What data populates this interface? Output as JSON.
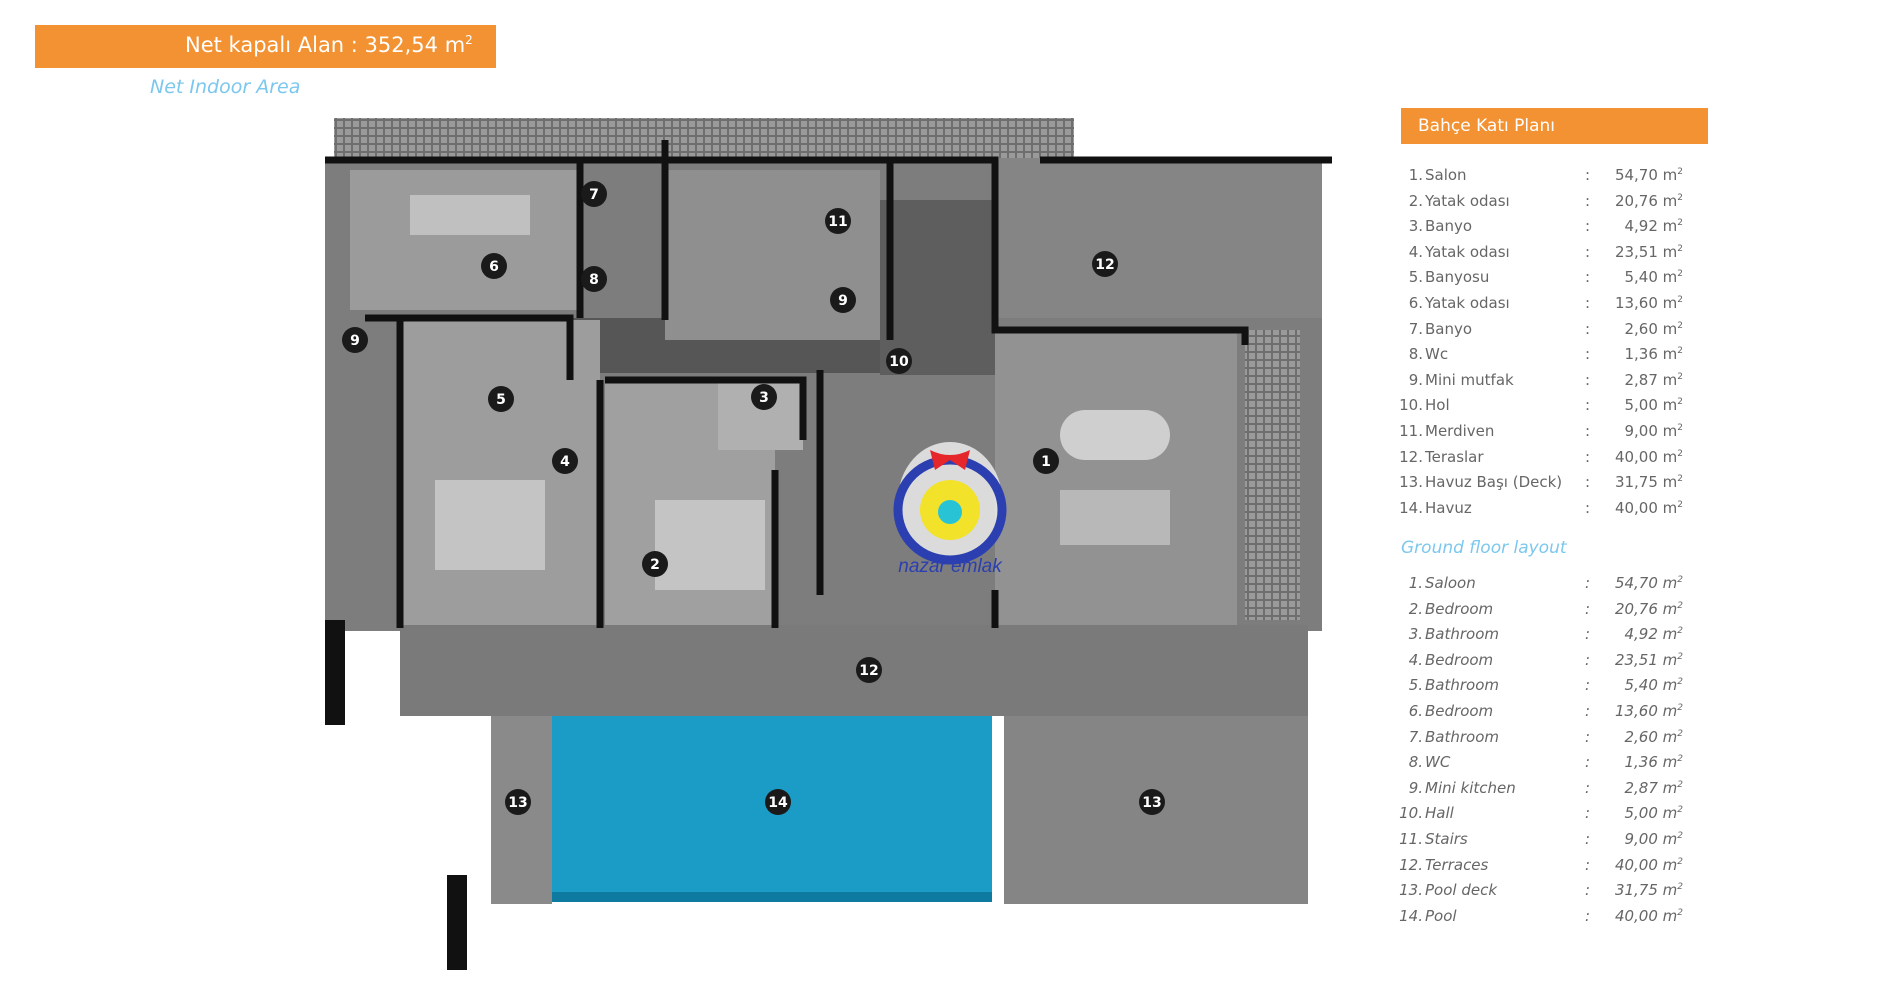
{
  "header": {
    "title": "Net kapalı Alan : 352,54 m",
    "title_sup": "2",
    "subtitle": "Net Indoor Area"
  },
  "legend_tr": {
    "title": "Bahçe Katı Planı",
    "items": [
      {
        "n": "1.",
        "label": "Salon",
        "value": "54,70 m"
      },
      {
        "n": "2.",
        "label": "Yatak odası",
        "value": "20,76 m"
      },
      {
        "n": "3.",
        "label": "Banyo",
        "value": "4,92 m"
      },
      {
        "n": "4.",
        "label": "Yatak odası",
        "value": "23,51 m"
      },
      {
        "n": "5.",
        "label": "Banyosu",
        "value": "5,40 m"
      },
      {
        "n": "6.",
        "label": "Yatak odası",
        "value": "13,60 m"
      },
      {
        "n": "7.",
        "label": "Banyo",
        "value": "2,60 m"
      },
      {
        "n": "8.",
        "label": "Wc",
        "value": "1,36 m"
      },
      {
        "n": "9.",
        "label": "Mini mutfak",
        "value": "2,87 m"
      },
      {
        "n": "10.",
        "label": "Hol",
        "value": "5,00 m"
      },
      {
        "n": "11.",
        "label": "Merdiven",
        "value": "9,00 m"
      },
      {
        "n": "12.",
        "label": "Teraslar",
        "value": "40,00 m"
      },
      {
        "n": "13.",
        "label": "Havuz Başı (Deck)",
        "value": "31,75 m"
      },
      {
        "n": "14.",
        "label": "Havuz",
        "value": "40,00 m"
      }
    ]
  },
  "legend_en": {
    "title": "Ground floor layout",
    "items": [
      {
        "n": "1.",
        "label": "Saloon",
        "value": "54,70 m"
      },
      {
        "n": "2.",
        "label": "Bedroom",
        "value": "20,76 m"
      },
      {
        "n": "3.",
        "label": "Bathroom",
        "value": "4,92 m"
      },
      {
        "n": "4.",
        "label": "Bedroom",
        "value": "23,51 m"
      },
      {
        "n": "5.",
        "label": "Bathroom",
        "value": "5,40 m"
      },
      {
        "n": "6.",
        "label": "Bedroom",
        "value": "13,60 m"
      },
      {
        "n": "7.",
        "label": "Bathroom",
        "value": "2,60 m"
      },
      {
        "n": "8.",
        "label": "WC",
        "value": "1,36 m"
      },
      {
        "n": "9.",
        "label": "Mini kitchen",
        "value": "2,87 m"
      },
      {
        "n": "10.",
        "label": "Hall",
        "value": "5,00 m"
      },
      {
        "n": "11.",
        "label": "Stairs",
        "value": "9,00 m"
      },
      {
        "n": "12.",
        "label": "Terraces",
        "value": "40,00 m"
      },
      {
        "n": "13.",
        "label": "Pool deck",
        "value": "31,75 m"
      },
      {
        "n": "14.",
        "label": "Pool",
        "value": "40,00 m"
      }
    ]
  },
  "unit_sup": "2",
  "separator": ":",
  "plan": {
    "markers": [
      "1",
      "2",
      "3",
      "4",
      "5",
      "6",
      "7",
      "8",
      "9",
      "9",
      "10",
      "11",
      "12",
      "12",
      "13",
      "13",
      "14"
    ],
    "watermark": "nazar emlak",
    "colors": {
      "pool": "#1a9cc6",
      "accent": "#f39232",
      "wall": "#111111"
    }
  }
}
